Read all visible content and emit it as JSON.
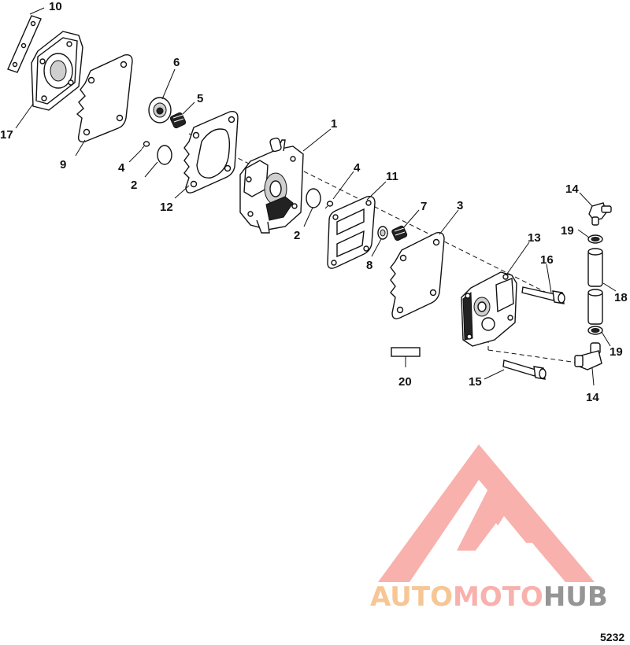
{
  "callouts": [
    {
      "id": "c10",
      "text": "10"
    },
    {
      "id": "c17",
      "text": "17"
    },
    {
      "id": "c6",
      "text": "6"
    },
    {
      "id": "c5",
      "text": "5"
    },
    {
      "id": "c9",
      "text": "9"
    },
    {
      "id": "c4a",
      "text": "4"
    },
    {
      "id": "c2a",
      "text": "2"
    },
    {
      "id": "c12",
      "text": "12"
    },
    {
      "id": "c1",
      "text": "1"
    },
    {
      "id": "c4b",
      "text": "4"
    },
    {
      "id": "c11",
      "text": "11"
    },
    {
      "id": "c7",
      "text": "7"
    },
    {
      "id": "c3",
      "text": "3"
    },
    {
      "id": "c2b",
      "text": "2"
    },
    {
      "id": "c8",
      "text": "8"
    },
    {
      "id": "c13",
      "text": "13"
    },
    {
      "id": "c16",
      "text": "16"
    },
    {
      "id": "c14a",
      "text": "14"
    },
    {
      "id": "c19a",
      "text": "19"
    },
    {
      "id": "c18",
      "text": "18"
    },
    {
      "id": "c19b",
      "text": "19"
    },
    {
      "id": "c14b",
      "text": "14"
    },
    {
      "id": "c15",
      "text": "15"
    },
    {
      "id": "c20",
      "text": "20"
    }
  ],
  "figure_number": "5232",
  "watermark": {
    "text_auto": "AUTO",
    "text_moto": "MOTO",
    "text_hub": "HUB",
    "color_orange": "#f7c08a",
    "color_pink": "#f8a9a4",
    "color_grey": "#8a8a8a"
  }
}
